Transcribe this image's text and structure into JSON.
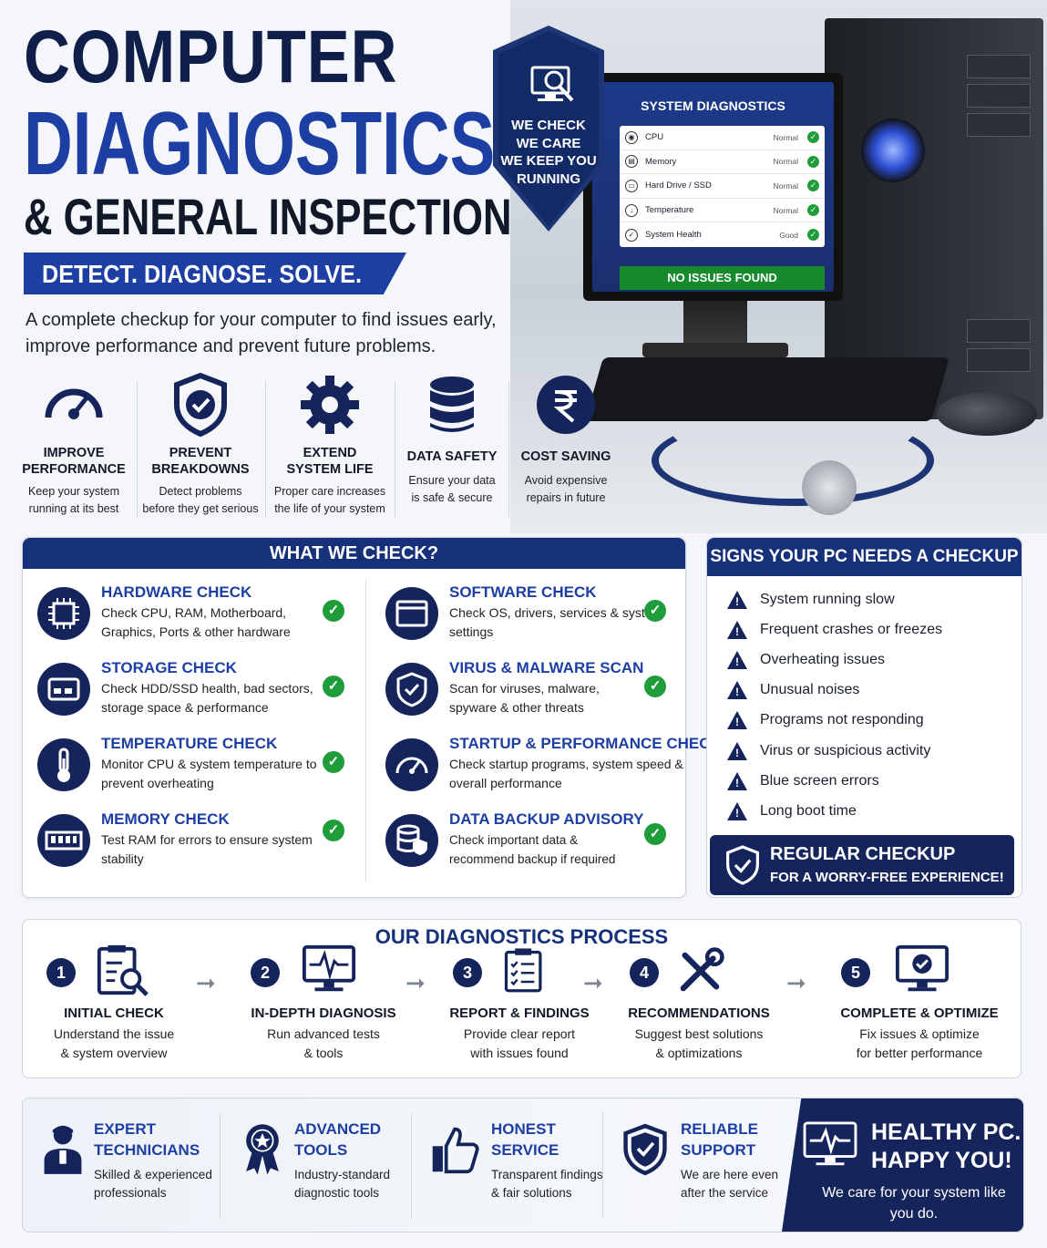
{
  "header": {
    "title_line1": "COMPUTER",
    "title_line2": "DIAGNOSTICS",
    "title_line3": "& GENERAL INSPECTION",
    "tagline": "DETECT. DIAGNOSE. SOLVE.",
    "intro": "A complete checkup for your computer to find issues early, improve performance and prevent future problems."
  },
  "shield": {
    "line1": "WE CHECK",
    "line2": "WE CARE",
    "line3": "WE KEEP YOU",
    "line4": "RUNNING"
  },
  "screen": {
    "title": "SYSTEM DIAGNOSTICS",
    "rows": [
      {
        "icon": "cpu-icon",
        "name": "CPU",
        "status": "Normal"
      },
      {
        "icon": "memory-icon",
        "name": "Memory",
        "status": "Normal"
      },
      {
        "icon": "drive-icon",
        "name": "Hard Drive / SSD",
        "status": "Normal"
      },
      {
        "icon": "thermometer-icon",
        "name": "Temperature",
        "status": "Normal"
      },
      {
        "icon": "health-icon",
        "name": "System Health",
        "status": "Good"
      }
    ],
    "result": "NO ISSUES FOUND"
  },
  "features": [
    {
      "icon": "speedometer-icon",
      "title1": "IMPROVE",
      "title2": "PERFORMANCE",
      "desc1": "Keep your system",
      "desc2": "running at its best"
    },
    {
      "icon": "shield-check-icon",
      "title1": "PREVENT",
      "title2": "BREAKDOWNS",
      "desc1": "Detect problems",
      "desc2": "before they get serious"
    },
    {
      "icon": "gear-icon",
      "title1": "EXTEND",
      "title2": "SYSTEM LIFE",
      "desc1": "Proper care increases",
      "desc2": "the life of your system"
    },
    {
      "icon": "database-icon",
      "title1": "DATA SAFETY",
      "title2": "",
      "desc1": "Ensure your data",
      "desc2": "is safe & secure"
    },
    {
      "icon": "rupee-icon",
      "title1": "COST SAVING",
      "title2": "",
      "desc1": "Avoid expensive",
      "desc2": "repairs in future"
    }
  ],
  "checks": {
    "title": "WHAT WE CHECK?",
    "items": [
      {
        "icon": "chip-icon",
        "title": "HARDWARE CHECK",
        "desc": "Check CPU, RAM, Motherboard, Graphics, Ports & other hardware"
      },
      {
        "icon": "hdd-icon",
        "title": "STORAGE CHECK",
        "desc": "Check HDD/SSD health, bad sectors, storage space & performance"
      },
      {
        "icon": "thermometer-icon",
        "title": "TEMPERATURE CHECK",
        "desc": "Monitor CPU & system temperature to prevent overheating"
      },
      {
        "icon": "ram-icon",
        "title": "MEMORY CHECK",
        "desc": "Test RAM for errors to ensure system stability"
      },
      {
        "icon": "window-icon",
        "title": "SOFTWARE CHECK",
        "desc": "Check OS, drivers, services & system settings"
      },
      {
        "icon": "shield-check-icon",
        "title": "VIRUS & MALWARE SCAN",
        "desc": "Scan for viruses, malware, spyware & other threats"
      },
      {
        "icon": "speedometer-icon",
        "title": "STARTUP & PERFORMANCE CHECK",
        "desc": "Check startup programs, system speed & overall performance"
      },
      {
        "icon": "database-shield-icon",
        "title": "DATA BACKUP ADVISORY",
        "desc": "Check important data & recommend backup if required"
      }
    ]
  },
  "signs": {
    "title": "SIGNS YOUR PC NEEDS A CHECKUP",
    "items": [
      "System running slow",
      "Frequent crashes or freezes",
      "Overheating issues",
      "Unusual noises",
      "Programs not responding",
      "Virus or suspicious activity",
      "Blue screen errors",
      "Long boot time"
    ],
    "cta_line1": "REGULAR CHECKUP",
    "cta_line2": "FOR A WORRY-FREE EXPERIENCE!"
  },
  "process": {
    "title": "OUR DIAGNOSTICS PROCESS",
    "steps": [
      {
        "num": "1",
        "icon": "clipboard-search-icon",
        "title": "INITIAL CHECK",
        "desc1": "Understand the issue",
        "desc2": "& system overview"
      },
      {
        "num": "2",
        "icon": "monitor-pulse-icon",
        "title": "IN-DEPTH DIAGNOSIS",
        "desc1": "Run advanced tests",
        "desc2": "& tools"
      },
      {
        "num": "3",
        "icon": "checklist-icon",
        "title": "REPORT & FINDINGS",
        "desc1": "Provide clear report",
        "desc2": "with issues found"
      },
      {
        "num": "4",
        "icon": "tools-icon",
        "title": "RECOMMENDATIONS",
        "desc1": "Suggest best solutions",
        "desc2": "& optimizations"
      },
      {
        "num": "5",
        "icon": "monitor-check-icon",
        "title": "COMPLETE & OPTIMIZE",
        "desc1": "Fix issues & optimize",
        "desc2": "for better performance"
      }
    ]
  },
  "why": [
    {
      "icon": "technician-icon",
      "title1": "EXPERT",
      "title2": "TECHNICIANS",
      "desc1": "Skilled & experienced",
      "desc2": "professionals"
    },
    {
      "icon": "award-icon",
      "title1": "ADVANCED",
      "title2": "TOOLS",
      "desc1": "Industry-standard",
      "desc2": "diagnostic tools"
    },
    {
      "icon": "thumbs-up-icon",
      "title1": "HONEST",
      "title2": "SERVICE",
      "desc1": "Transparent findings",
      "desc2": "& fair solutions"
    },
    {
      "icon": "shield-check-icon",
      "title1": "RELIABLE",
      "title2": "SUPPORT",
      "desc1": "We are here even",
      "desc2": "after the service"
    }
  ],
  "healthy": {
    "line1": "HEALTHY PC.",
    "line2": "HAPPY YOU!",
    "line3": "We care for your system like you do."
  },
  "colors": {
    "navy": "#16245c",
    "blue": "#1d3fa3",
    "green": "#1f9d3a"
  }
}
